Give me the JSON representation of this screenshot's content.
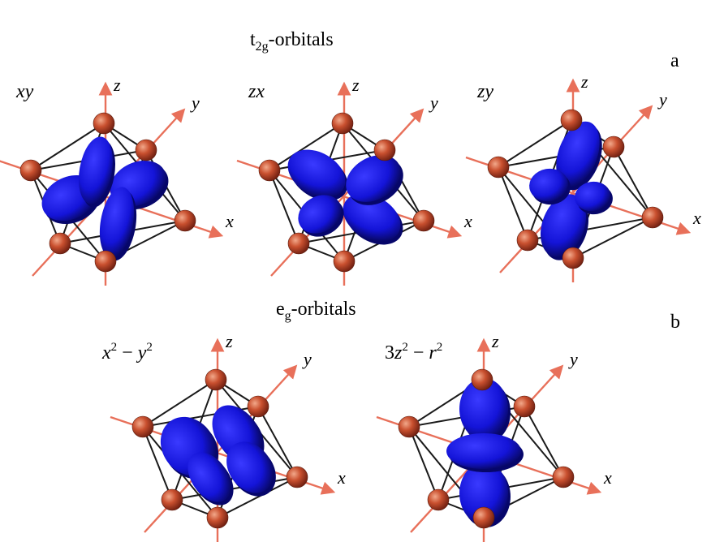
{
  "section_t2g": {
    "title_main": "t",
    "title_sub": "2g",
    "title_rest": "-orbitals",
    "panel_letter": "a"
  },
  "section_eg": {
    "title_main": "e",
    "title_sub": "g",
    "title_rest": "-orbitals",
    "panel_letter": "b"
  },
  "axes": {
    "x": "x",
    "y": "y",
    "z": "z"
  },
  "orbitals": [
    {
      "id": "xy",
      "label": "xy"
    },
    {
      "id": "zx",
      "label": "zx"
    },
    {
      "id": "zy",
      "label": "zy"
    },
    {
      "id": "x2y2",
      "label_a": "x",
      "label_a_sup": "2",
      "label_op": " − ",
      "label_b": "y",
      "label_b_sup": "2"
    },
    {
      "id": "z2",
      "label_pre": "3",
      "label_a": "z",
      "label_a_sup": "2",
      "label_op": " − ",
      "label_b": "r",
      "label_b_sup": "2"
    }
  ],
  "colors": {
    "lobe": "#1c1ce0",
    "lobe_dark": "#06066a",
    "atom": "#b8442a",
    "atom_light": "#e68a6a",
    "axis": "#e8705a",
    "bond": "#1a1a1a"
  }
}
